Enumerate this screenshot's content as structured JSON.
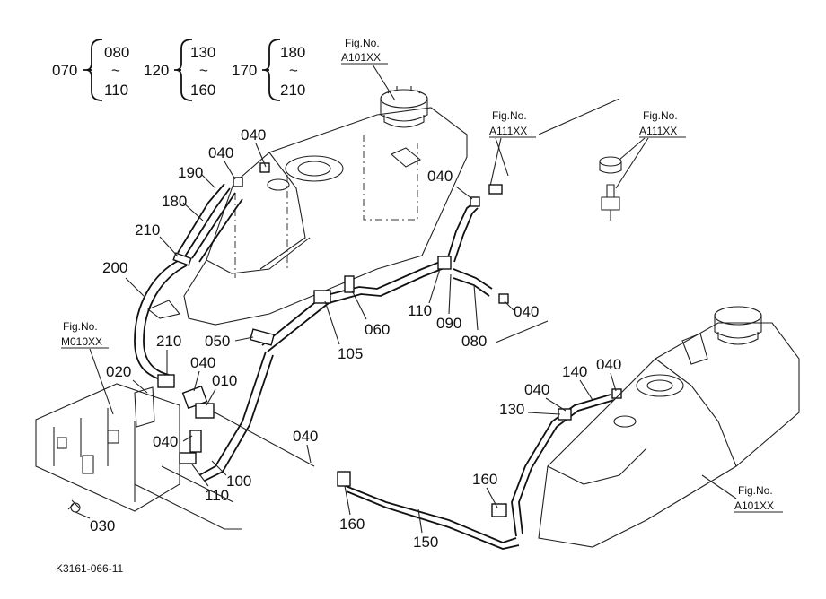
{
  "drawing_code": "K3161-066-11",
  "range_groups": [
    {
      "base": "070",
      "top": "080",
      "tilde": "~",
      "bottom": "110"
    },
    {
      "base": "120",
      "top": "130",
      "tilde": "~",
      "bottom": "160"
    },
    {
      "base": "170",
      "top": "180",
      "tilde": "~",
      "bottom": "210"
    }
  ],
  "fig_refs": [
    {
      "label": "Fig.No.",
      "code": "A101XX"
    },
    {
      "label": "Fig.No.",
      "code": "A111XX"
    },
    {
      "label": "Fig.No.",
      "code": "A111XX"
    },
    {
      "label": "Fig.No.",
      "code": "M010XX"
    },
    {
      "label": "Fig.No.",
      "code": "A101XX"
    }
  ],
  "part_labels": [
    "040",
    "040",
    "190",
    "180",
    "210",
    "200",
    "040",
    "110",
    "090",
    "080",
    "040",
    "060",
    "050",
    "105",
    "210",
    "020",
    "040",
    "010",
    "040",
    "100",
    "110",
    "030",
    "040",
    "160",
    "150",
    "160",
    "130",
    "040",
    "140",
    "040"
  ]
}
